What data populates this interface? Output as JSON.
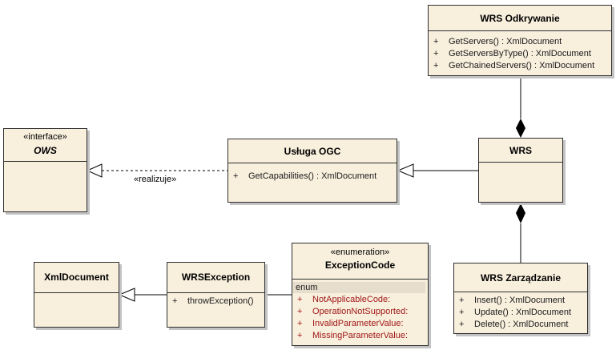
{
  "classes": {
    "wrs_discovery": {
      "name": "WRS Odkrywanie",
      "operations": [
        {
          "vis": "+",
          "text": "GetServers() : XmlDocument"
        },
        {
          "vis": "+",
          "text": "GetServersByType() : XmlDocument"
        },
        {
          "vis": "+",
          "text": "GetChainedServers() : XmlDocument"
        }
      ]
    },
    "ows": {
      "stereotype": "«interface»",
      "name": "OWS"
    },
    "ogc_service": {
      "name": "Usługa OGC",
      "operations": [
        {
          "vis": "+",
          "text": "GetCapabilities() : XmlDocument"
        }
      ]
    },
    "wrs": {
      "name": "WRS"
    },
    "xml_document": {
      "name": "XmlDocument"
    },
    "wrs_exception": {
      "name": "WRSException",
      "operations": [
        {
          "vis": "+",
          "text": "throwException()"
        }
      ]
    },
    "exception_code": {
      "stereotype": "«enumeration»",
      "name": "ExceptionCode",
      "section": "enum",
      "literals": [
        {
          "vis": "+",
          "text": "NotApplicableCode:"
        },
        {
          "vis": "+",
          "text": "OperationNotSupported:"
        },
        {
          "vis": "+",
          "text": "InvalidParameterValue:"
        },
        {
          "vis": "+",
          "text": "MissingParameterValue:"
        }
      ]
    },
    "wrs_management": {
      "name": "WRS Zarządzanie",
      "operations": [
        {
          "vis": "+",
          "text": "Insert() : XmlDocument"
        },
        {
          "vis": "+",
          "text": "Update() : XmlDocument"
        },
        {
          "vis": "+",
          "text": "Delete() : XmlDocument"
        }
      ]
    }
  },
  "relations": {
    "realization_label": "«realizuje»"
  }
}
